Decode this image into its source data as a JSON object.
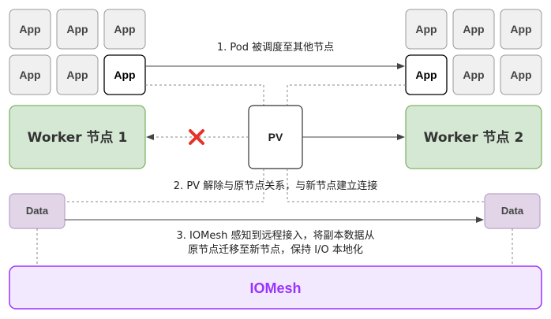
{
  "apps": {
    "label": "App",
    "left_grid": [
      "App",
      "App",
      "App",
      "App",
      "App",
      "App"
    ],
    "right_grid": [
      "App",
      "App",
      "App",
      "App",
      "App",
      "App"
    ]
  },
  "nodes": {
    "worker1": "Worker 节点 1",
    "worker2": "Worker 节点 2",
    "pv": "PV"
  },
  "steps": {
    "step1": "1. Pod 被调度至其他节点",
    "step2": "2. PV 解除与原节点关系，与新节点建立连接",
    "step3_line1": "3. IOMesh 感知到远程接入，将副本数据从",
    "step3_line2": "原节点迁移至新节点，保持 I/O 本地化"
  },
  "data_blocks": {
    "left": "Data",
    "right": "Data"
  },
  "iomesh": {
    "label": "IOMesh"
  },
  "colors": {
    "app_fill": "#f0f0f0",
    "app_stroke": "#9a9a9a",
    "worker_fill": "#d5e8d4",
    "worker_stroke": "#82b366",
    "data_fill": "#e1d5e7",
    "data_stroke": "#b9a3c9",
    "iomesh_fill": "#f3e9ff",
    "iomesh_stroke": "#9933ff",
    "iomesh_text": "#9933ff",
    "cross": "#e5332a"
  },
  "icons": {
    "disconnect": "x-cross-icon"
  }
}
